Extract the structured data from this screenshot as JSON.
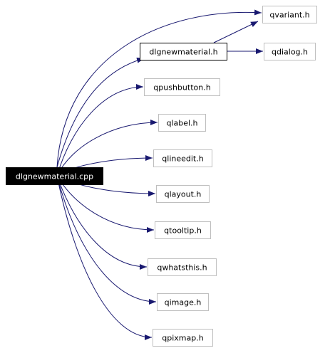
{
  "diagram": {
    "source": {
      "id": "src",
      "label": "dlgnewmaterial.cpp",
      "style": "filled-black"
    },
    "nodes": [
      {
        "id": "qvariant",
        "label": "qvariant.h",
        "style": "grey-outline"
      },
      {
        "id": "dlgnewmaterial_h",
        "label": "dlgnewmaterial.h",
        "style": "black-outline"
      },
      {
        "id": "qdialog",
        "label": "qdialog.h",
        "style": "grey-outline"
      },
      {
        "id": "qpushbutton",
        "label": "qpushbutton.h",
        "style": "grey-outline"
      },
      {
        "id": "qlabel",
        "label": "qlabel.h",
        "style": "grey-outline"
      },
      {
        "id": "qlineedit",
        "label": "qlineedit.h",
        "style": "grey-outline"
      },
      {
        "id": "qlayout",
        "label": "qlayout.h",
        "style": "grey-outline"
      },
      {
        "id": "qtooltip",
        "label": "qtooltip.h",
        "style": "grey-outline"
      },
      {
        "id": "qwhatsthis",
        "label": "qwhatsthis.h",
        "style": "grey-outline"
      },
      {
        "id": "qimage",
        "label": "qimage.h",
        "style": "grey-outline"
      },
      {
        "id": "qpixmap",
        "label": "qpixmap.h",
        "style": "grey-outline"
      }
    ],
    "edges": [
      {
        "from": "src",
        "to": "qvariant"
      },
      {
        "from": "src",
        "to": "dlgnewmaterial_h"
      },
      {
        "from": "src",
        "to": "qpushbutton"
      },
      {
        "from": "src",
        "to": "qlabel"
      },
      {
        "from": "src",
        "to": "qlineedit"
      },
      {
        "from": "src",
        "to": "qlayout"
      },
      {
        "from": "src",
        "to": "qtooltip"
      },
      {
        "from": "src",
        "to": "qwhatsthis"
      },
      {
        "from": "src",
        "to": "qimage"
      },
      {
        "from": "src",
        "to": "qpixmap"
      },
      {
        "from": "dlgnewmaterial_h",
        "to": "qvariant"
      },
      {
        "from": "dlgnewmaterial_h",
        "to": "qdialog"
      }
    ],
    "colors": {
      "edge": "#191970",
      "source_fill": "#000000",
      "source_text": "#ffffff",
      "strong_border": "#000000",
      "weak_border": "#bfbfbf",
      "text": "#000000"
    }
  }
}
